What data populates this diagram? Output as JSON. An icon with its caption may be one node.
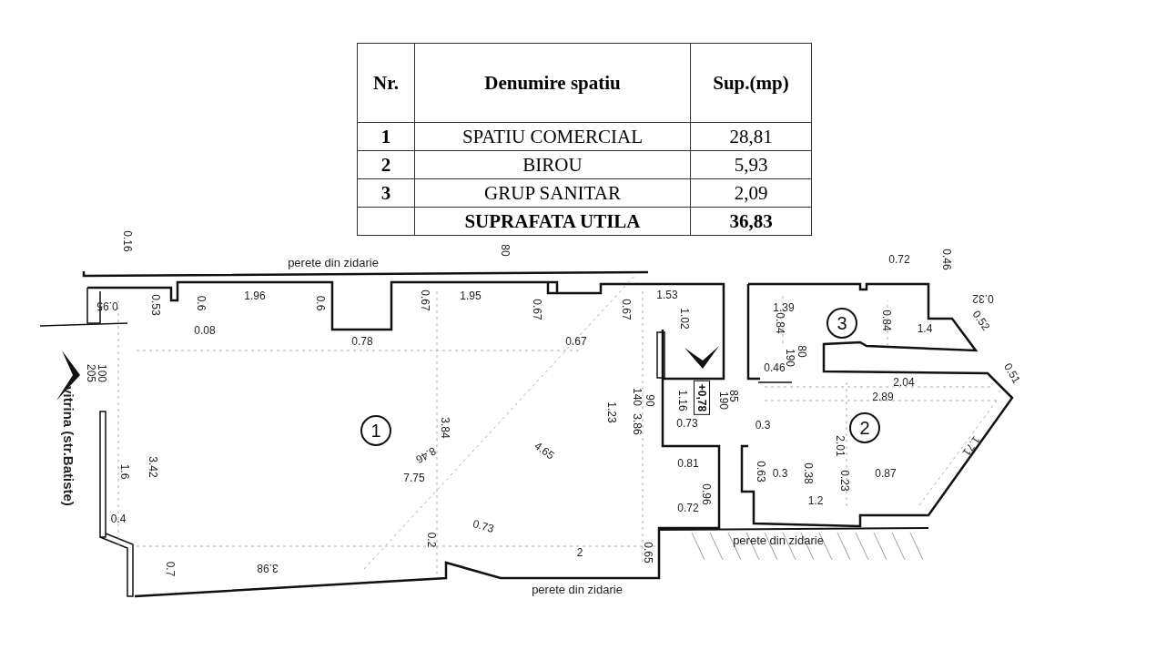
{
  "diagram": {
    "nodes": [
      {
        "text": [
          "1"
        ]
      },
      {
        "text": [
          "2"
        ]
      },
      {
        "text": [
          "3"
        ]
      },
      {
        "text": [
          "+0,78"
        ]
      }
    ],
    "labels": [
      "Nr.",
      "Denumire spatiu",
      "Sup.(mp)",
      "1",
      "SPATIU COMERCIAL",
      "28,81",
      "2",
      "BIROU",
      "5,93",
      "3",
      "GRUP SANITAR",
      "2,09",
      "SUPRAFATA UTILA",
      "36,83",
      "0.16",
      "80",
      "perete din zidarie",
      "0.72",
      "0.46",
      "0.95",
      "0.53",
      "0.6",
      "1.96",
      "0.6",
      "0.67",
      "1.95",
      "0.67",
      "0.67",
      "1.53",
      "1.39",
      "0.84",
      "0.84",
      "1.4",
      "0.32",
      "0.52",
      "0.08",
      "0.78",
      "0.67",
      "1.02",
      "205",
      "100",
      "190",
      "80",
      "0.46",
      "2.04",
      "0.51",
      "2.89",
      "140",
      "90",
      "1.16",
      "85",
      "190",
      "3.86",
      "1.23",
      "0.73",
      "0.3",
      "vitrina  (str.Batiste)",
      "3.84",
      "8.46",
      "4.65",
      "7.75",
      "1.6",
      "3.42",
      "0.81",
      "0.63",
      "0.3",
      "0.38",
      "2.01",
      "0.23",
      "0.87",
      "1.71",
      "0.96",
      "0.72",
      "1.2",
      "perete din zidarie",
      "0.4",
      "0.73",
      "0.2",
      "0.65",
      "2",
      "0.7",
      "3.98",
      "perete din zidarie"
    ]
  }
}
